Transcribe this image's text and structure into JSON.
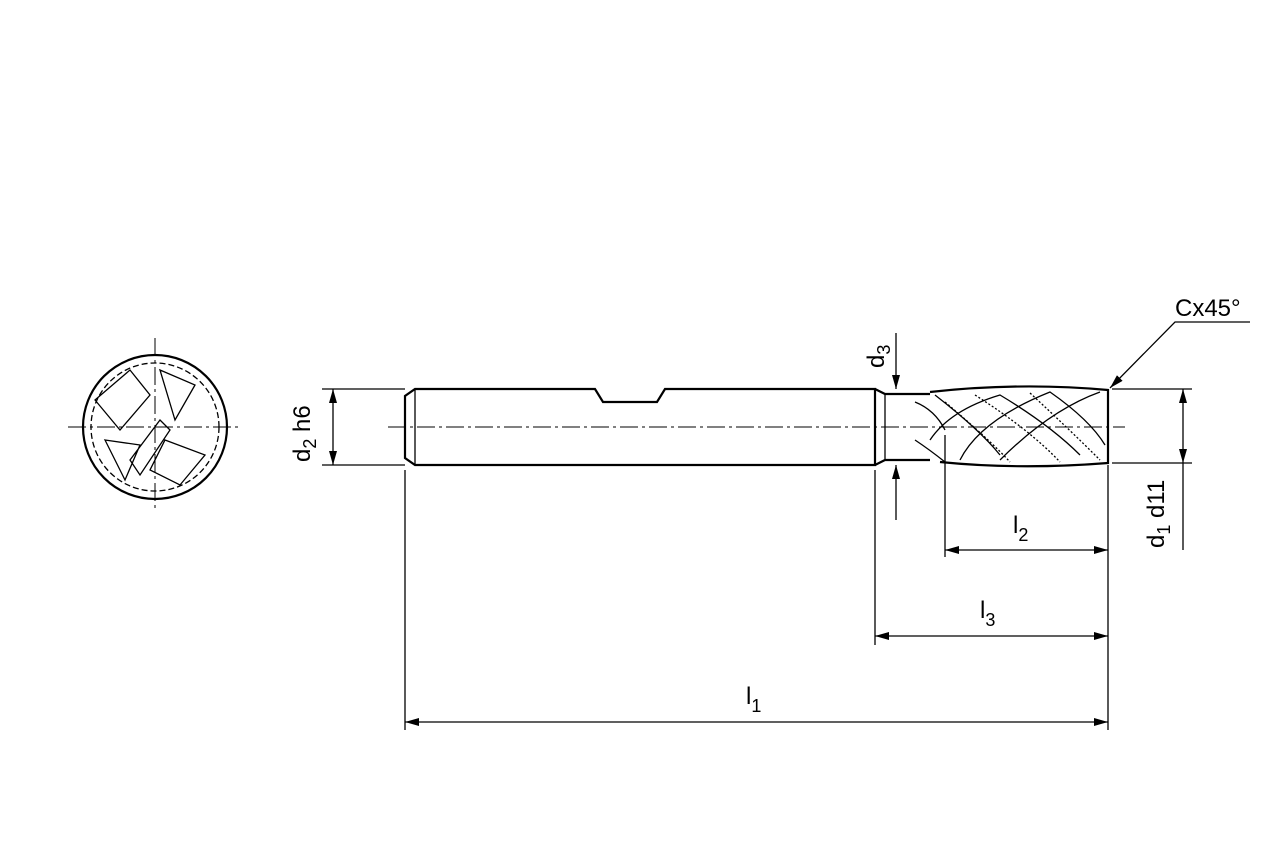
{
  "drawing": {
    "chamfer_label": "Cx45°",
    "d2": {
      "main": "d",
      "sub": "2",
      "tol": " h6"
    },
    "d3": {
      "main": "d",
      "sub": "3"
    },
    "d1": {
      "main": "d",
      "sub": "1",
      "tol": " d11"
    },
    "l1": {
      "main": "l",
      "sub": "1"
    },
    "l2": {
      "main": "l",
      "sub": "2"
    },
    "l3": {
      "main": "l",
      "sub": "3"
    }
  }
}
